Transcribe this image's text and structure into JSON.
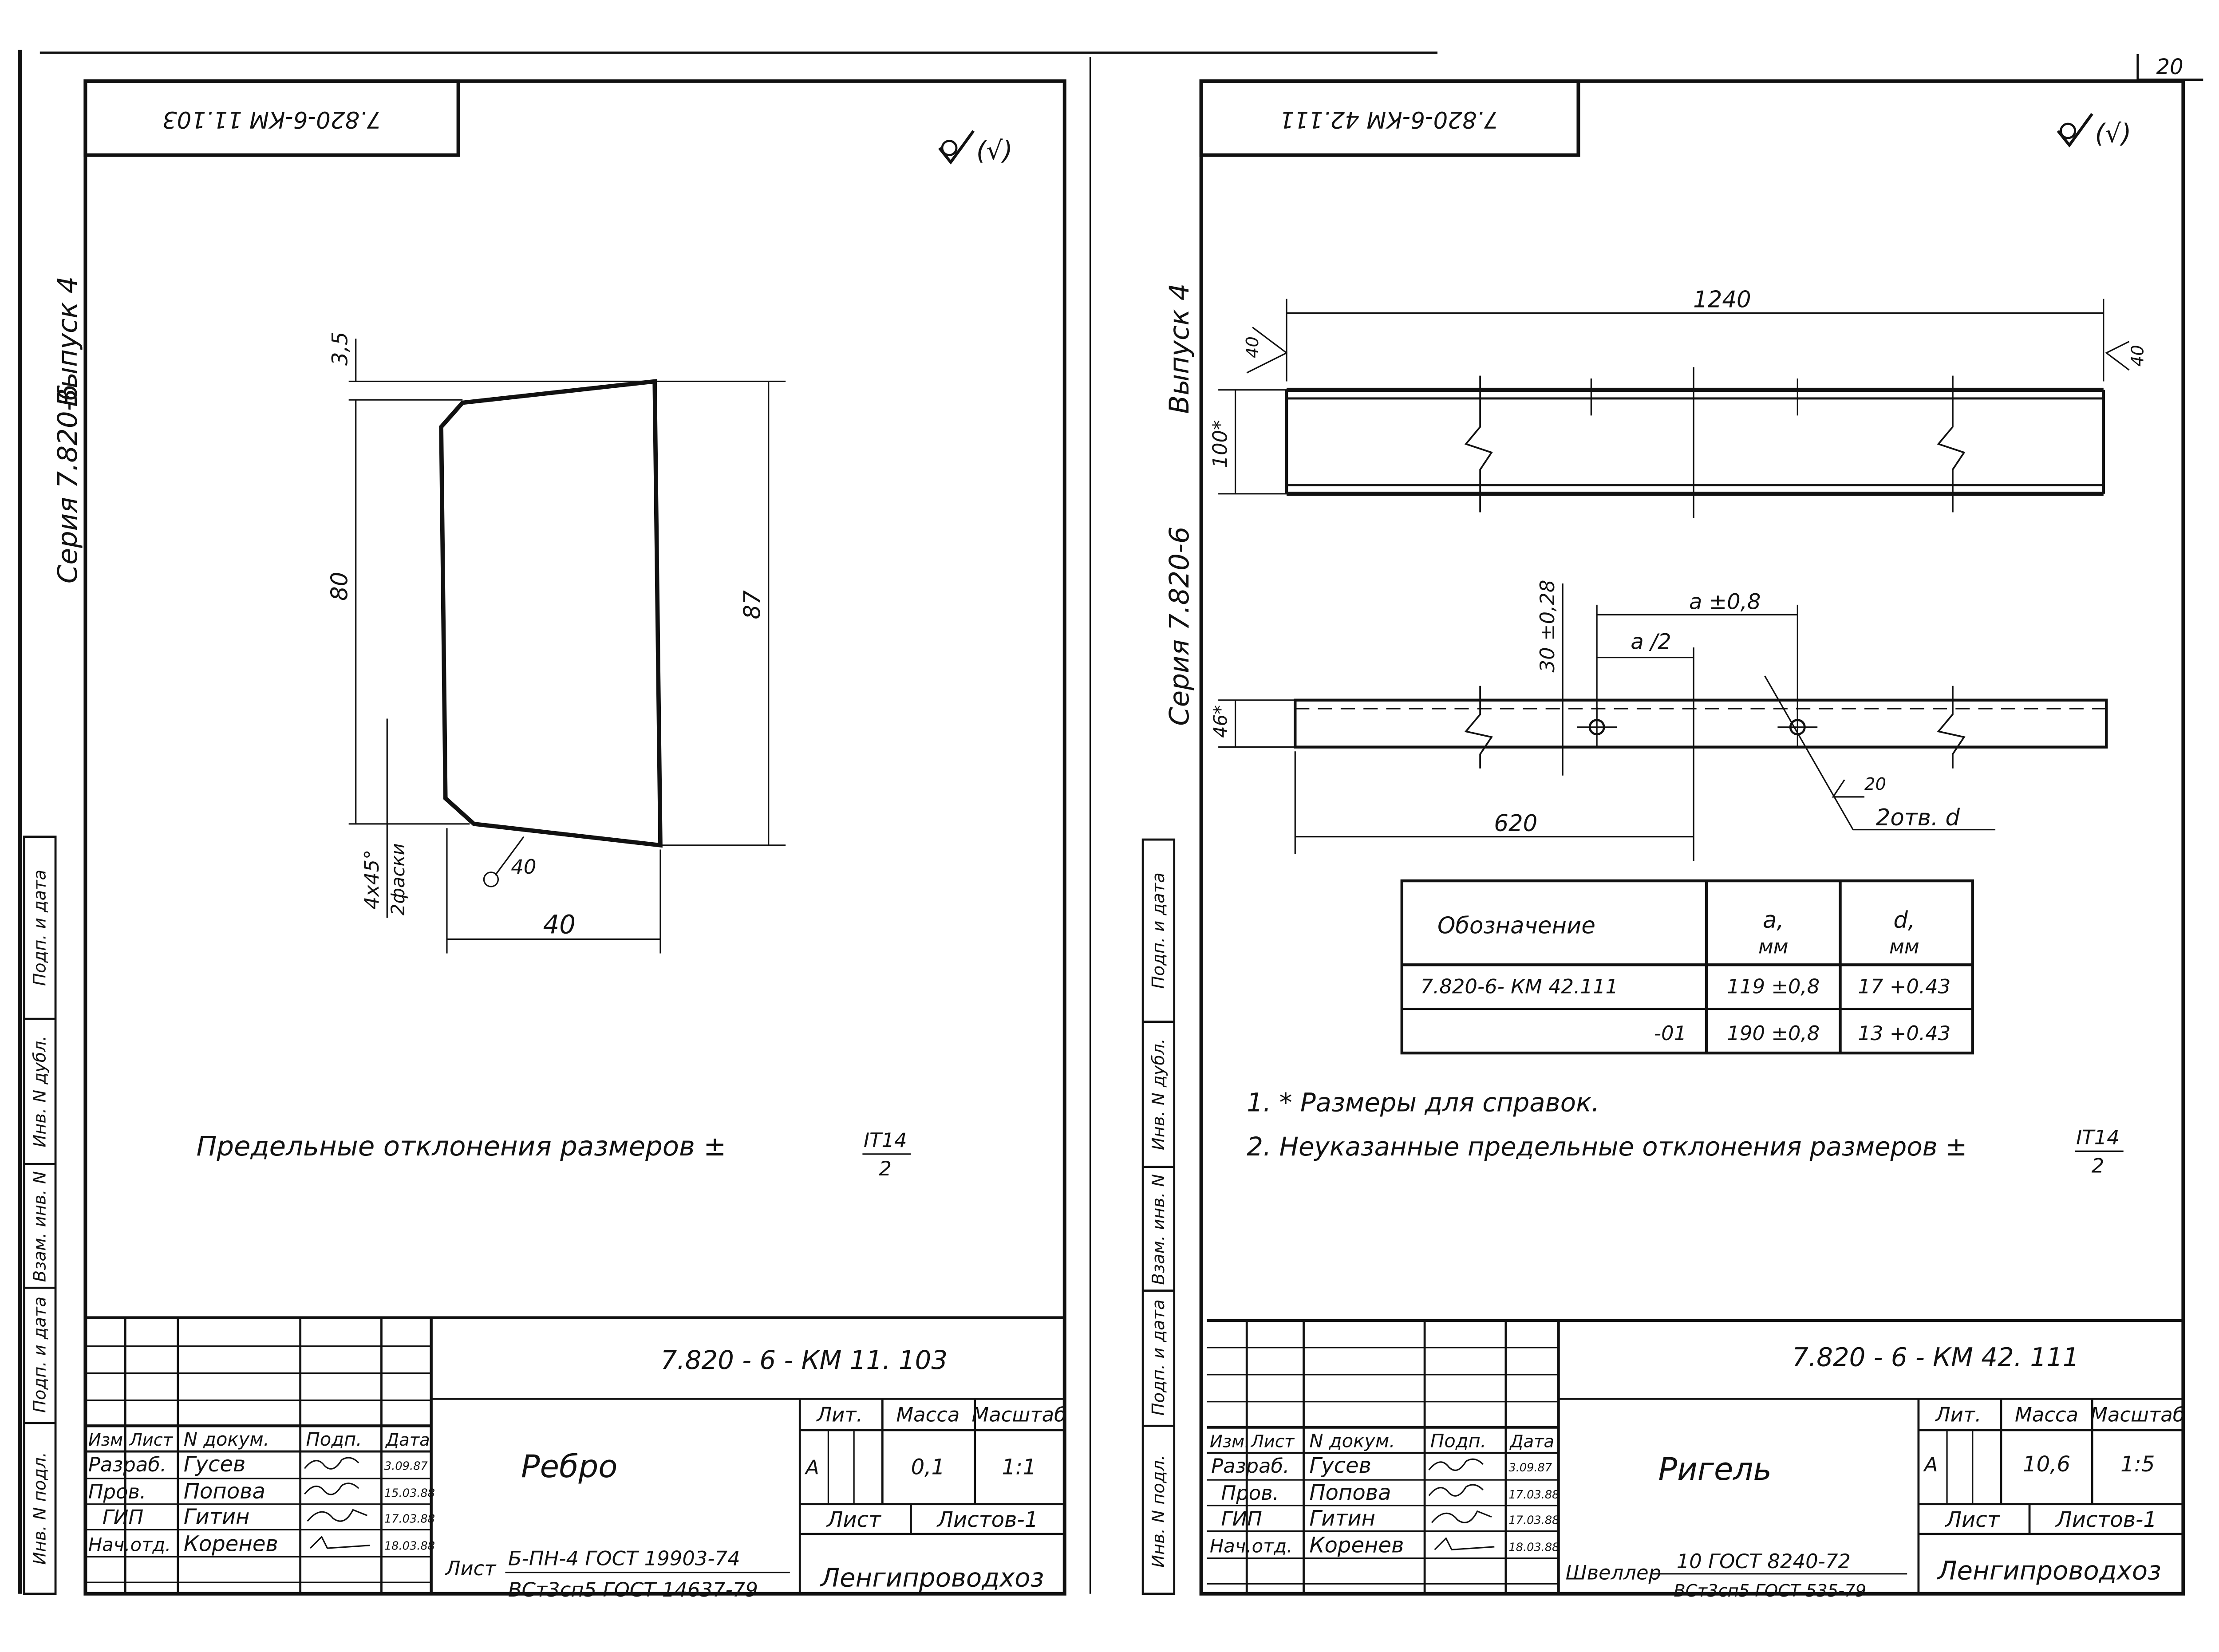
{
  "page": {
    "number": "20"
  },
  "left_sheet": {
    "stamp_code": "7.820-6-КМ 11.103",
    "roughness": "(√)",
    "side_series": "Серия  7.820-6",
    "side_issue": "Выпуск 4",
    "dims": {
      "top_small": "3,5",
      "height_left": "80",
      "height_right": "87",
      "width_bottom": "40",
      "weld": "40",
      "chamfer": "4x45°",
      "chamfer_note": "2фаски"
    },
    "note": "Предельные   отклонения   размеров ±",
    "tolerance_num": "IT14",
    "tolerance_den": "2",
    "title_block": {
      "code": "7.820 - 6 - КМ  11. 103",
      "name": "Ребро",
      "headers": [
        "Изм.",
        "Лист",
        "N докум.",
        "Подп.",
        "Дата"
      ],
      "roles": [
        {
          "role": "Разраб.",
          "name": "Гусев",
          "date": "3.09.87"
        },
        {
          "role": "Пров.",
          "name": "Попова",
          "date": "15.03.88"
        },
        {
          "role": "ГИП",
          "name": "Гитин",
          "date": "17.03.88"
        },
        {
          "role": "Нач.отд.",
          "name": "Коренев",
          "date": "18.03.88"
        }
      ],
      "lit_label": "Лит.",
      "mass_label": "Масса",
      "scale_label": "Масштаб",
      "lit": "А",
      "mass": "0,1",
      "scale": "1:1",
      "sheet_label": "Лист",
      "sheets_label": "Листов-1",
      "material_label": "Лист",
      "material_1": "Б-ПН-4 ГОСТ 19903-74",
      "material_2": "ВСт3сп5 ГОСТ 14637-79",
      "org": "Ленгипроводхоз"
    },
    "left_margin": [
      "Инв. N подл.",
      "Подп. и дата",
      "Взам. инв. N",
      "Инв. N дубл.",
      "Подп. и дата"
    ]
  },
  "right_sheet": {
    "stamp_code": "7.820-6-КМ 42.111",
    "roughness": "(√)",
    "side_series": "Серия  7.820-6",
    "side_issue": "Выпуск 4",
    "dims": {
      "length": "1240",
      "weld_left": "40",
      "weld_right": "40",
      "height": "100*",
      "a_tol": "a ±0,8",
      "a_half": "a /2",
      "offset": "30 ±0,28",
      "flange": "46*",
      "half_len": "620",
      "weld_hole": "20",
      "holes": "2отв. d"
    },
    "table": {
      "headers": [
        "Обозначение",
        "a,",
        "d,"
      ],
      "units": [
        "",
        "мм",
        "мм"
      ],
      "rows": [
        [
          "7.820-6-   КМ 42.111",
          "119 ±0,8",
          "17 +0.43"
        ],
        [
          "-01",
          "190 ±0,8",
          "13 +0.43"
        ]
      ]
    },
    "notes": [
      "1. * Размеры   для   справок.",
      "2. Неуказанные  предельные  отклонения  размеров ±"
    ],
    "tolerance_num": "IT14",
    "tolerance_den": "2",
    "title_block": {
      "code": "7.820 - 6 -   КМ  42. 111",
      "name": "Ригель",
      "headers": [
        "Изм.",
        "Лист",
        "N докум.",
        "Подп.",
        "Дата"
      ],
      "roles": [
        {
          "role": "Разраб.",
          "name": "Гусев",
          "date": "3.09.87"
        },
        {
          "role": "Пров.",
          "name": "Попова",
          "date": "17.03.88"
        },
        {
          "role": "ГИП",
          "name": "Гитин",
          "date": "17.03.88"
        },
        {
          "role": "Нач.отд.",
          "name": "Коренев",
          "date": "18.03.88"
        }
      ],
      "lit_label": "Лит.",
      "mass_label": "Масса",
      "scale_label": "Масштаб",
      "lit": "А",
      "mass": "10,6",
      "scale": "1:5",
      "sheet_label": "Лист",
      "sheets_label": "Листов-1",
      "material_label": "Швеллер",
      "material_1": "10  ГОСТ 8240-72",
      "material_2": "ВСт3сп5 ГОСТ 535-79",
      "org": "Ленгипроводхоз"
    },
    "left_margin": [
      "Инв. N подл.",
      "Подп. и дата",
      "Взам. инв. N",
      "Инв. N дубл.",
      "Подп. и дата"
    ]
  }
}
